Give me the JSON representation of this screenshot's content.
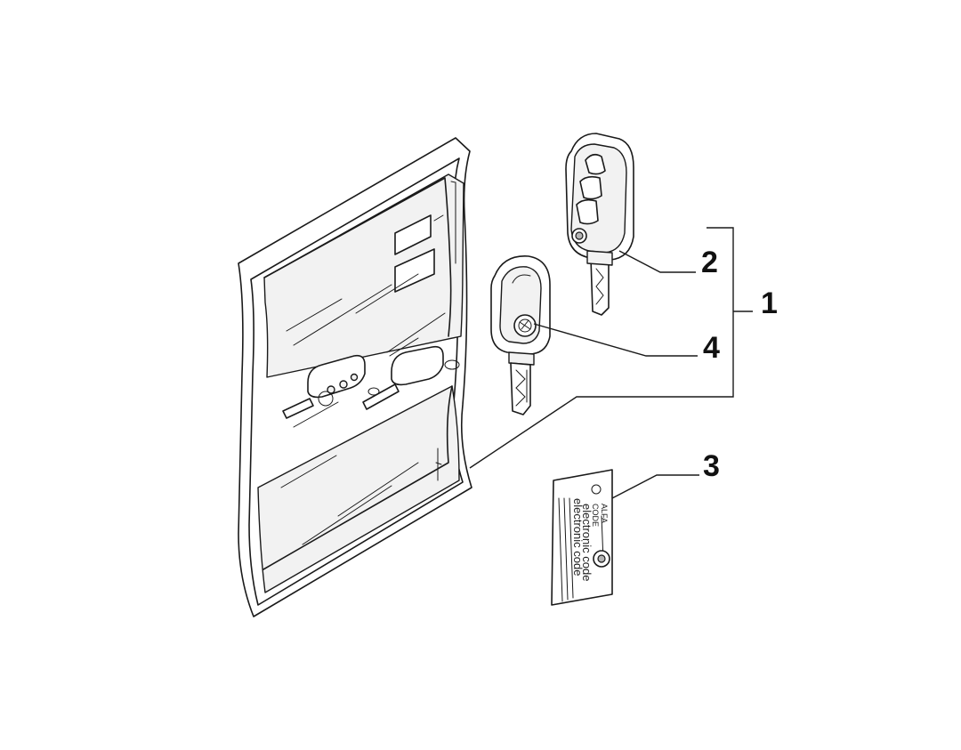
{
  "callouts": {
    "one": "1",
    "two": "2",
    "three": "3",
    "four": "4"
  },
  "code_card": {
    "brand_line1": "ALFA",
    "brand_line2": "CODE",
    "text_a": "electronic code",
    "text_b": "electronic code"
  },
  "icons": {
    "pouch": "wallet-pouch-icon",
    "flip_key": "flip-key-icon",
    "mechanical_key": "mechanical-key-icon",
    "code_card": "code-card-icon"
  },
  "colors": {
    "line": "#1a1a1a",
    "background": "#ffffff"
  }
}
